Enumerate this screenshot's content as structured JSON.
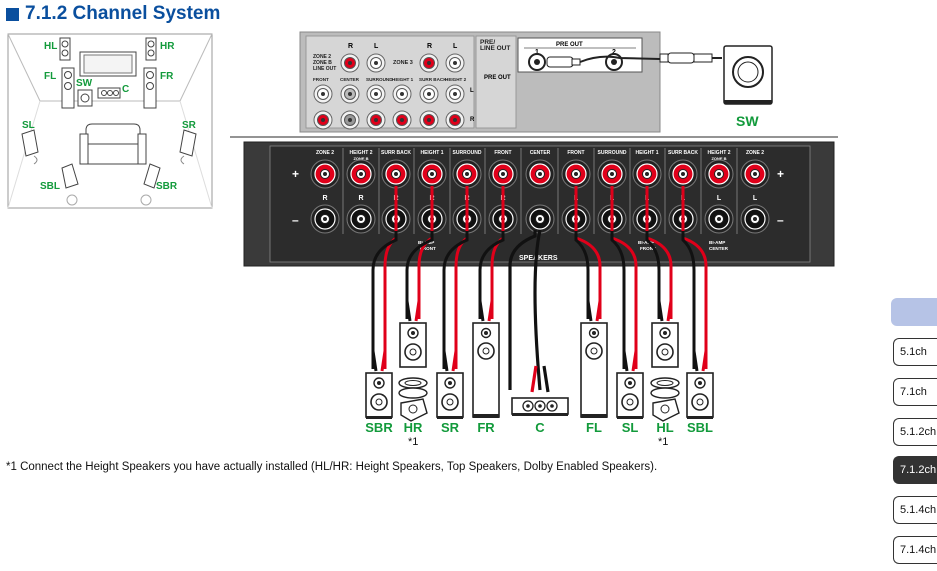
{
  "title": "7.1.2 Channel System",
  "footnote": "*1 Connect the Height Speakers you have actually installed (HL/HR: Height Speakers, Top Speakers, Dolby Enabled Speakers).",
  "room": {
    "labels": {
      "hl": "HL",
      "hr": "HR",
      "fl": "FL",
      "fr": "FR",
      "sw": "SW",
      "c": "C",
      "sl": "SL",
      "sr": "SR",
      "sbl": "SBL",
      "sbr": "SBR"
    }
  },
  "preout_panel": {
    "zone2_label": "ZONE 2\nZONE B\nLINE OUT",
    "zone3_label": "ZONE 3",
    "pre_line_out_label": "PRE/\nLINE OUT",
    "pre_out_label": "PRE OUT",
    "pre_out_port1": "1",
    "pre_out_port2": "2",
    "r_label": "R",
    "l_label": "L",
    "pre_out_sub_label": "PRE OUT",
    "channels": [
      "FRONT",
      "CENTER",
      "SURROUND",
      "HEIGHT 1",
      "SURR BACK",
      "HEIGHT 2"
    ]
  },
  "subwoofer_label": "SW",
  "speaker_panel": {
    "header_left": [
      "ZONE 2",
      "HEIGHT 2",
      "SURR BACK",
      "HEIGHT 1",
      "SURROUND",
      "FRONT"
    ],
    "header_center": "CENTER",
    "header_right": [
      "FRONT",
      "SURROUND",
      "HEIGHT 1",
      "SURR BACK",
      "HEIGHT 2",
      "ZONE 2"
    ],
    "zone_b_label": "ZONE B",
    "plus": "+",
    "minus": "–",
    "r": "R",
    "l": "L",
    "biamp_front": "BI-AMP\nFRONT",
    "biamp_center": "BI-AMP\nCENTER",
    "speakers_label": "SPEAKERS"
  },
  "speakers": [
    "SBR",
    "HR",
    "SR",
    "FR",
    "C",
    "FL",
    "SL",
    "HL",
    "SBL"
  ],
  "speaker_notes": {
    "hr": "*1",
    "hl": "*1"
  },
  "colors": {
    "title": "#0a4f9e",
    "label_green": "#129a3b",
    "wire_red": "#e0001a",
    "panel_dark": "#3a3a3a"
  },
  "nav": {
    "tabs": [
      {
        "label": "5.1ch",
        "active": false
      },
      {
        "label": "7.1ch",
        "active": false
      },
      {
        "label": "5.1.2ch",
        "active": false
      },
      {
        "label": "7.1.2ch",
        "active": true
      },
      {
        "label": "5.1.4ch",
        "active": false
      },
      {
        "label": "7.1.4ch",
        "active": false
      }
    ]
  }
}
